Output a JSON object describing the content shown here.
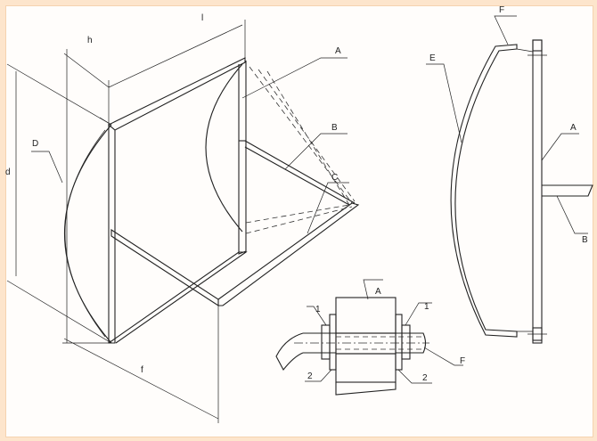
{
  "title": "Parabolic dish reflector with mounting frame — technical drawing",
  "dimensions": {
    "length": "l",
    "height": "h",
    "diameter": "d",
    "focal": "f"
  },
  "left_view": {
    "label_A": "A",
    "label_B": "B",
    "label_C": "C",
    "label_D": "D"
  },
  "right_view": {
    "label_E": "E",
    "label_F": "F",
    "label_A": "A",
    "label_B": "B"
  },
  "detail": {
    "label_A": "A",
    "label_1a": "1",
    "label_1b": "1",
    "label_2a": "2",
    "label_2b": "2",
    "label_F": "F"
  },
  "colors": {
    "background": "#fde5cc",
    "line": "#222222"
  }
}
